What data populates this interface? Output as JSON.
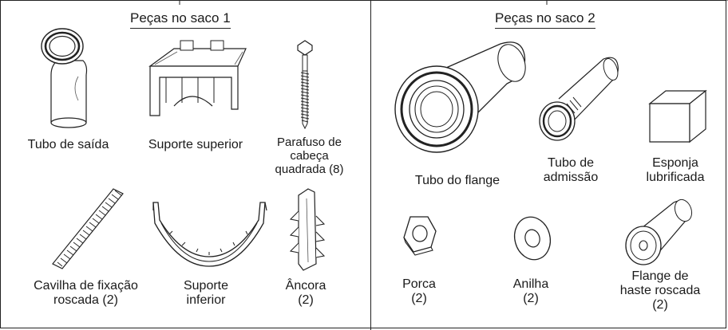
{
  "bag1": {
    "title": "Peças no saco 1",
    "items": [
      {
        "icon": "outlet-pipe-icon",
        "lines": [
          "Tubo de saída"
        ]
      },
      {
        "icon": "upper-bracket-icon",
        "lines": [
          "Suporte superior"
        ]
      },
      {
        "icon": "square-head-screw-icon",
        "lines": [
          "Parafuso de",
          "cabeça",
          "quadrada (8)"
        ]
      },
      {
        "icon": "threaded-rod-icon",
        "lines": [
          "Cavilha de fixação",
          "roscada (2)"
        ]
      },
      {
        "icon": "lower-bracket-icon",
        "lines": [
          "Suporte",
          "inferior"
        ]
      },
      {
        "icon": "anchor-icon",
        "lines": [
          "Âncora",
          "(2)"
        ]
      }
    ]
  },
  "bag2": {
    "title": "Peças no saco 2",
    "items": [
      {
        "icon": "flange-pipe-icon",
        "lines": [
          "Tubo do flange"
        ]
      },
      {
        "icon": "inlet-pipe-icon",
        "lines": [
          "Tubo de",
          "admissão"
        ]
      },
      {
        "icon": "lubricated-sponge-icon",
        "lines": [
          "Esponja",
          "lubrificada"
        ]
      },
      {
        "icon": "nut-icon",
        "lines": [
          "Porca",
          "(2)"
        ]
      },
      {
        "icon": "washer-icon",
        "lines": [
          "Anilha",
          "(2)"
        ]
      },
      {
        "icon": "threaded-rod-flange-icon",
        "lines": [
          "Flange de",
          "haste roscada",
          "(2)"
        ]
      }
    ]
  }
}
